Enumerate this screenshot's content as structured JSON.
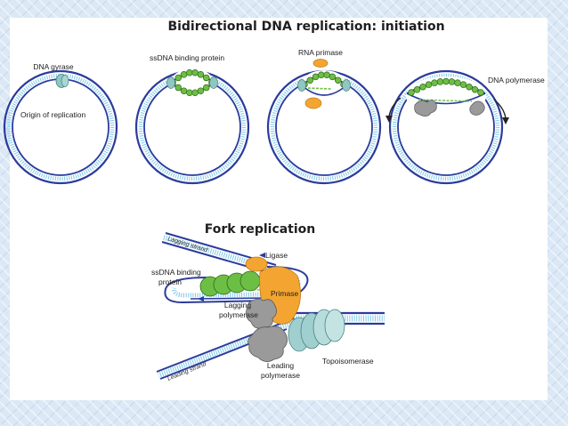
{
  "title_initiation": "Bidirectional DNA replication: initiation",
  "labels_initiation": {
    "dna_gyrase": "DNA gyrase",
    "origin": "Origin of replication",
    "ssdna_binding": "ssDNA binding protein",
    "rna_primase": "RNA primase",
    "dna_polymerase": "DNA polymerase"
  },
  "title_fork": "Fork replication",
  "labels_fork": {
    "lagging_strand": "Lagging strand",
    "ligase": "Ligase",
    "ssdna_binding_1": "ssDNA binding",
    "ssdna_binding_2": "protein",
    "primase": "Primase",
    "lagging_poly_1": "Lagging",
    "lagging_poly_2": "polymerase",
    "topoisomerase": "Topoisomerase",
    "leading_strand": "Leading strand",
    "leading_poly_1": "Leading",
    "leading_poly_2": "polymerase"
  },
  "colors": {
    "dna_dark": "#2b3c9c",
    "dna_light": "#6fc2e6",
    "ssb_green": "#6dbe45",
    "primase_orange": "#f4a531",
    "polymerase_gray": "#9a9a9a",
    "topoisomerase_teal": "#9fd0cf"
  }
}
